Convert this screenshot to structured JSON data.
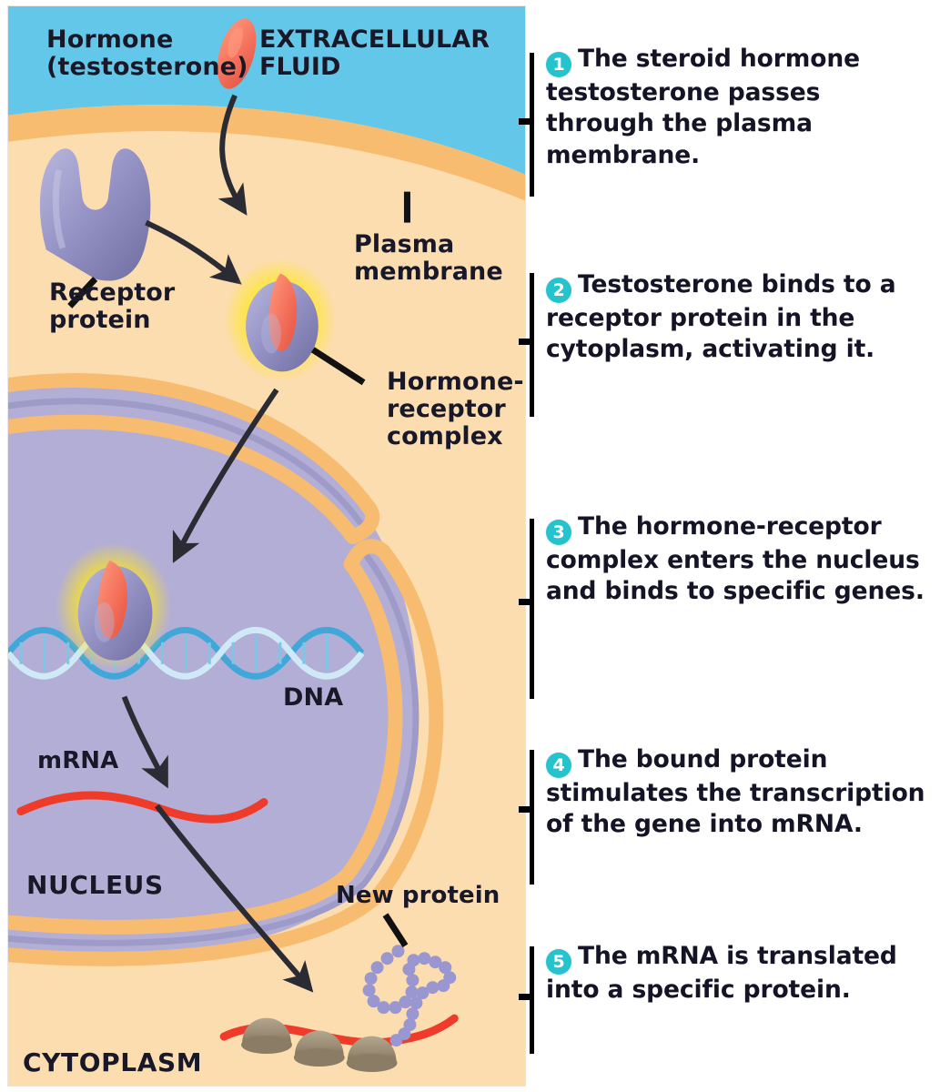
{
  "figure": {
    "title": "Steroid hormone (testosterone) mechanism of action",
    "colors": {
      "extracellular_fluid": "#62c7e8",
      "cytoplasm": "#fcddb0",
      "plasma_membrane": "#f8bc70",
      "nucleus": "#b3aed6",
      "nuclear_envelope": "#f8bc70",
      "receptor_protein": "#8e8cc0",
      "hormone": "#f4705a",
      "activation_glow": "#ffee2e",
      "dna": "#3fa8d8",
      "mrna": "#ef3b29",
      "ribosome": "#9b8c74",
      "new_protein": "#9a96cf",
      "badge": "#25c3ce",
      "text": "#141426",
      "leader_line": "#000000"
    }
  },
  "diagram": {
    "labels": {
      "hormone": "Hormone\n(testosterone)",
      "extracellular_fluid": "EXTRACELLULAR\nFLUID",
      "plasma_membrane": "Plasma\nmembrane",
      "receptor_protein": "Receptor\nprotein",
      "hormone_receptor_complex": "Hormone-\nreceptor\ncomplex",
      "dna": "DNA",
      "mrna": "mRNA",
      "nucleus": "NUCLEUS",
      "cytoplasm": "CYTOPLASM",
      "new_protein": "New protein"
    }
  },
  "steps": [
    {
      "number": "1",
      "text": "The steroid hormone testosterone passes  through the plasma membrane."
    },
    {
      "number": "2",
      "text": "Testosterone binds to a receptor protein in the cytoplasm, activating it."
    },
    {
      "number": "3",
      "text": "The hormone-receptor complex enters the nucleus and binds to specific genes."
    },
    {
      "number": "4",
      "text": "The bound protein stimulates the transcription of the gene into mRNA."
    },
    {
      "number": "5",
      "text": "The mRNA is translated into a specific protein."
    }
  ]
}
